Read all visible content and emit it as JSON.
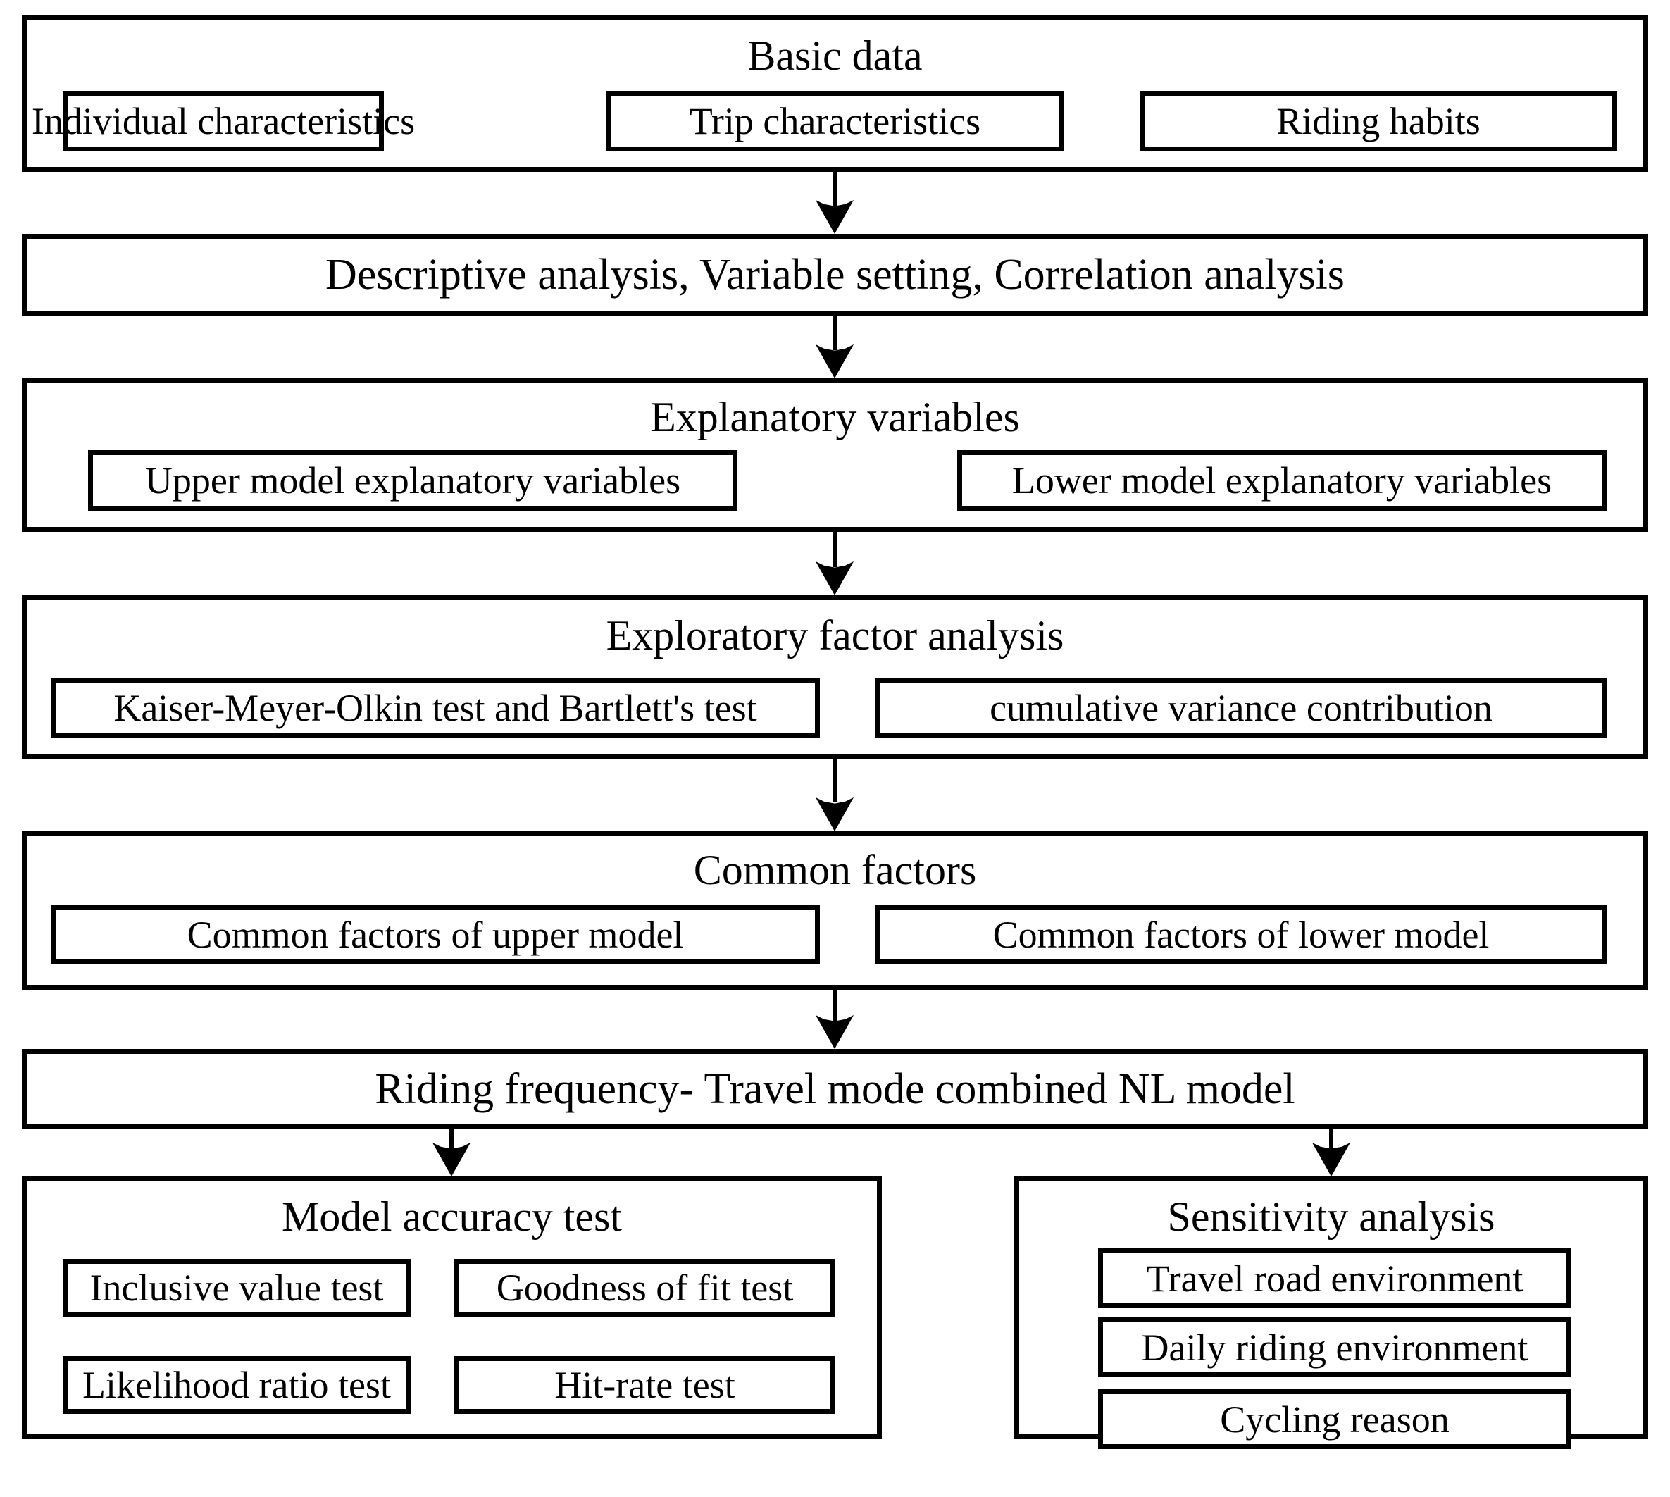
{
  "diagram": {
    "title": "Research methodology flowchart",
    "colors": {
      "stroke": "#000000",
      "fill": "#ffffff",
      "text": "#000000"
    },
    "nodes": {
      "basic_data": {
        "label": "Basic data",
        "children": [
          {
            "label": "Individual characteristics"
          },
          {
            "label": "Trip characteristics"
          },
          {
            "label": "Riding habits"
          }
        ]
      },
      "descriptive": {
        "label": "Descriptive analysis, Variable setting,  Correlation analysis"
      },
      "explanatory_variables": {
        "label": "Explanatory variables",
        "children": [
          {
            "label": "Upper model explanatory variables"
          },
          {
            "label": "Lower model explanatory variables"
          }
        ]
      },
      "exploratory_factor_analysis": {
        "label": "Exploratory factor analysis",
        "children": [
          {
            "label": "Kaiser-Meyer-Olkin test and Bartlett's test"
          },
          {
            "label": "cumulative variance contribution"
          }
        ]
      },
      "common_factors": {
        "label": "Common factors",
        "children": [
          {
            "label": "Common factors of upper model"
          },
          {
            "label": "Common factors of lower model"
          }
        ]
      },
      "nl_model": {
        "label": "Riding frequency- Travel mode combined NL model"
      },
      "model_accuracy_test": {
        "label": "Model accuracy test",
        "children": [
          {
            "label": "Inclusive value test"
          },
          {
            "label": "Goodness of fit test"
          },
          {
            "label": "Likelihood ratio test"
          },
          {
            "label": "Hit-rate test"
          }
        ]
      },
      "sensitivity_analysis": {
        "label": "Sensitivity analysis",
        "children": [
          {
            "label": "Travel road environment"
          },
          {
            "label": "Daily riding environment"
          },
          {
            "label": "Cycling reason"
          }
        ]
      }
    },
    "connectors": [
      {
        "name": "basic-data-to-descriptive"
      },
      {
        "name": "descriptive-to-explanatory-variables"
      },
      {
        "name": "explanatory-variables-to-exploratory-factor-analysis"
      },
      {
        "name": "exploratory-factor-analysis-to-common-factors"
      },
      {
        "name": "common-factors-to-nl-model"
      },
      {
        "name": "nl-model-to-model-accuracy-test"
      },
      {
        "name": "nl-model-to-sensitivity-analysis"
      }
    ]
  }
}
